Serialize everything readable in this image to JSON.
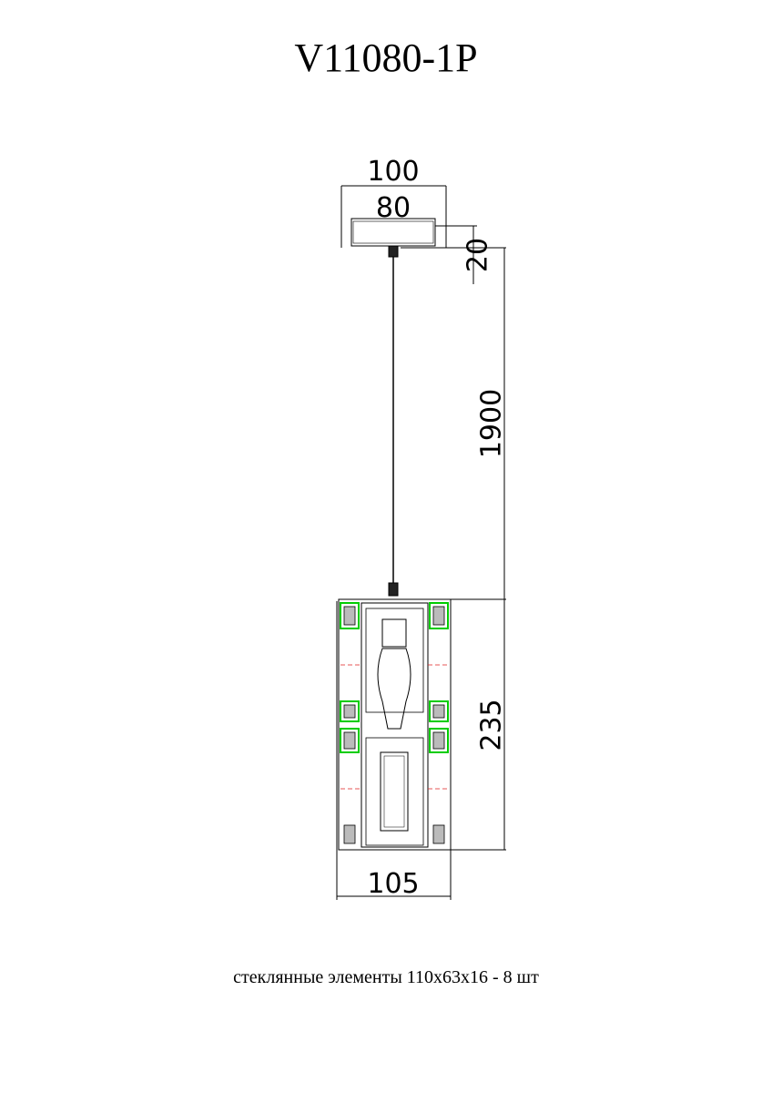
{
  "title": "V11080-1P",
  "dimensions": {
    "canopy_width": "100",
    "canopy_inner_width": "80",
    "canopy_height": "20",
    "cable_length": "1900",
    "body_height": "235",
    "body_width": "105"
  },
  "caption": "стеклянные элементы 110x63x16 - 8 шт",
  "colors": {
    "line": "#000000",
    "glass_outline": "#00cc00",
    "center_line": "#e02020"
  }
}
